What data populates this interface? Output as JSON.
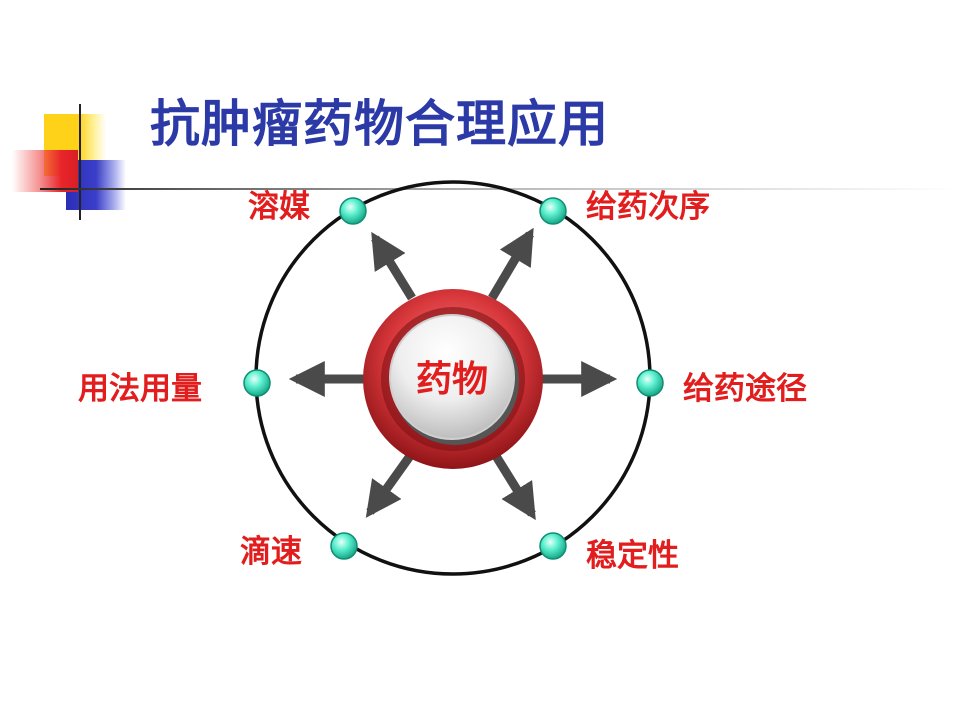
{
  "title": "抗肿瘤药物合理应用",
  "center": {
    "label": "药物"
  },
  "factors": {
    "solvent": "溶媒",
    "order": "给药次序",
    "dosage": "用法用量",
    "route": "给药途径",
    "drip_rate": "滴速",
    "stability": "稳定性"
  },
  "colors": {
    "title": "#2b3aa6",
    "label": "#e11d1d",
    "node": "#3fe0c0",
    "arrow": "#4a4a4a",
    "ring": "#d9383c"
  }
}
